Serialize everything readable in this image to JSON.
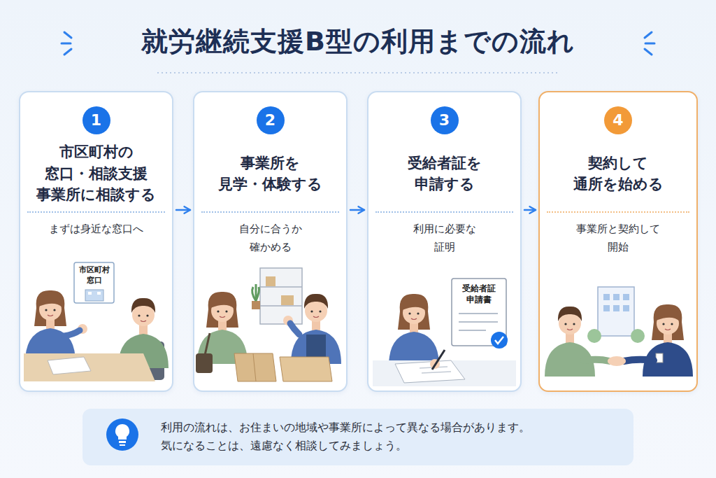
{
  "diagram": {
    "title": "就労継続支援B型の利用までの流れ",
    "nodes": [
      {
        "text": [
          "1",
          "市区町村の 窓口・相談支援 事業所に相談する",
          "まずは身近な窓口へ"
        ]
      },
      {
        "text": [
          "2",
          "事業所を 見学・体験する",
          "自分に合うか 確かめる"
        ]
      },
      {
        "text": [
          "3",
          "受給者証を 申請する",
          "利用に必要な 証明"
        ]
      },
      {
        "text": [
          "4",
          "契約して 通所を始める",
          "事業所と契約して 開始"
        ]
      },
      {
        "text": [
          "利用の流れは、お住まいの地域や事業所によって異なる場合があります。 気になることは、遠慮なく相談してみましょう。"
        ]
      }
    ],
    "edges": [
      {
        "from": 0,
        "to": 1,
        "arrow": "to"
      },
      {
        "from": 1,
        "to": 2,
        "arrow": "to"
      },
      {
        "from": 2,
        "to": 3,
        "arrow": "to"
      }
    ],
    "labels": [
      "市区町村 窓口",
      "受給者証 申請書"
    ]
  }
}
